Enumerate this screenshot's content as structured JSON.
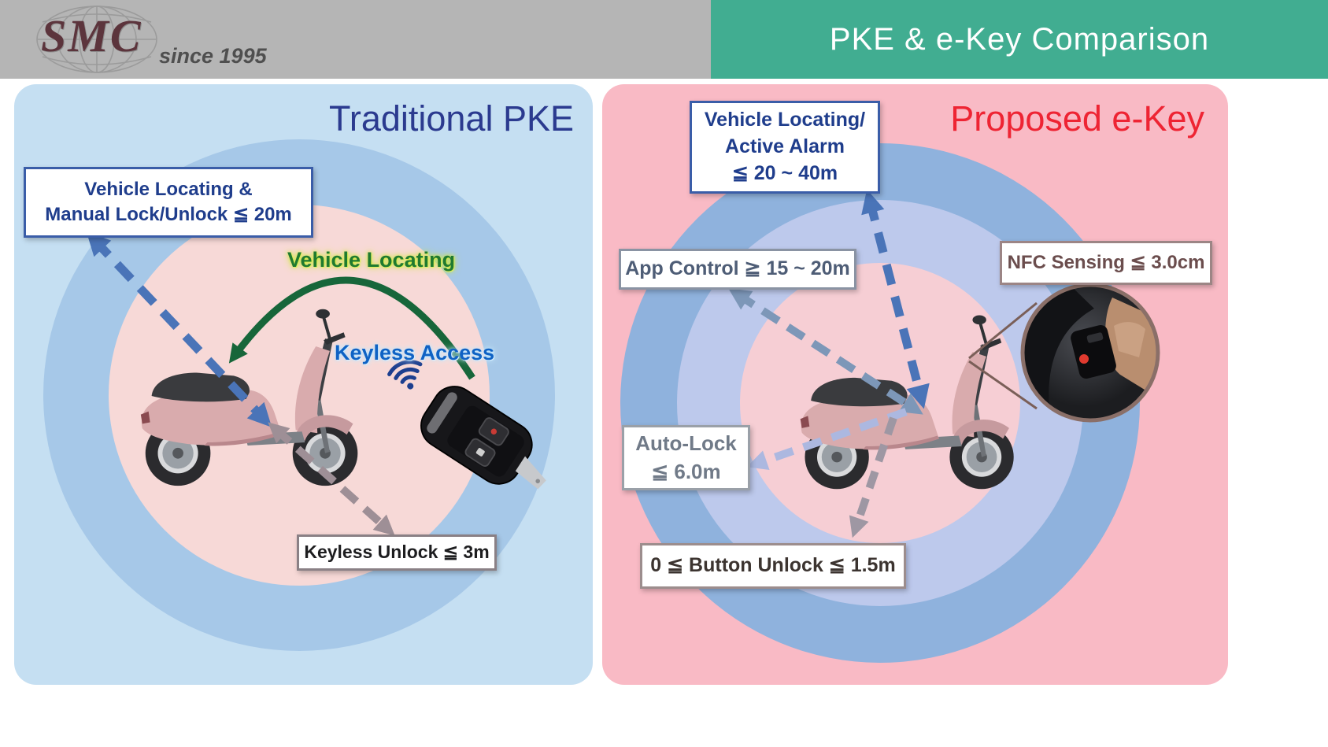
{
  "header": {
    "logo_text": "SMC",
    "logo_tagline": "since 1995",
    "title": "PKE & e-Key Comparison"
  },
  "traditional": {
    "title": "Traditional PKE",
    "locating_box": "Vehicle Locating &\nManual Lock/Unlock ≦ 20m",
    "vehicle_locating_callout": "Vehicle Locating",
    "keyless_access_callout": "Keyless Access",
    "keyless_unlock_box": "Keyless Unlock ≦ 3m"
  },
  "proposed": {
    "title": "Proposed e-Key",
    "locating_alarm_box": "Vehicle Locating/\nActive Alarm\n≦ 20 ~ 40m",
    "app_control_box": "App Control ≧ 15 ~ 20m",
    "nfc_box": "NFC Sensing ≦ 3.0cm",
    "auto_lock_box": "Auto-Lock\n≦ 6.0m",
    "button_unlock_box": "0 ≦ Button Unlock ≦ 1.5m"
  },
  "colors": {
    "header_gray": "#b5b5b5",
    "header_teal": "#41ad91",
    "panel_blue": "#c5dff2",
    "panel_pink": "#f9bac5",
    "title_blue": "#2b3a8f",
    "title_red": "#ee2433",
    "arrow_blue": "#4a74b8",
    "arrow_steel": "#7d97b8",
    "arrow_periwinkle": "#acb8e0",
    "arrow_mauve": "#9e8f96",
    "arc_green": "#17663a"
  },
  "icons": {
    "globe": "wireframe-globe",
    "wifi": "signal-arcs",
    "scooter": "electric-scooter-illustration",
    "key_fob": "flip-key-remote",
    "nfc_photo": "hand-holding-key-at-scooter"
  }
}
